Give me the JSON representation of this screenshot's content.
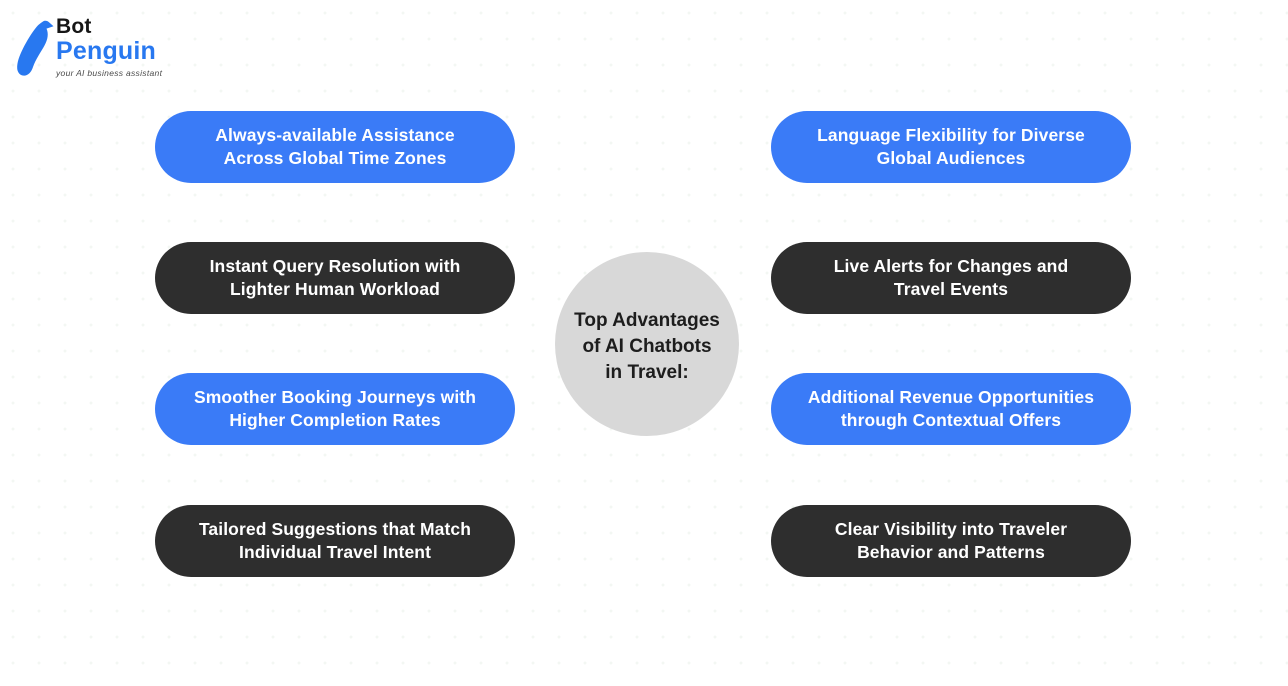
{
  "logo": {
    "bot": "Bot",
    "penguin": "Penguin",
    "tagline": "your AI business assistant",
    "icon": "penguin-icon",
    "bot_color": "#161616",
    "penguin_color": "#2878f0"
  },
  "colors": {
    "blue": "#3a7bf7",
    "dark": "#2e2e2e",
    "circle": "#d8d8d8",
    "pill_text": "#ffffff",
    "circle_text": "#1d1d1d",
    "background": "#ffffff"
  },
  "center": {
    "lines": [
      "Top Advantages",
      "of AI Chatbots",
      "in Travel:"
    ]
  },
  "pills": {
    "left": [
      {
        "variant": "blue",
        "lines": [
          "Always-available Assistance",
          "Across Global Time Zones"
        ]
      },
      {
        "variant": "dark",
        "lines": [
          "Instant Query Resolution with",
          "Lighter Human Workload"
        ]
      },
      {
        "variant": "blue",
        "lines": [
          "Smoother Booking Journeys with",
          "Higher Completion Rates"
        ]
      },
      {
        "variant": "dark",
        "lines": [
          "Tailored Suggestions that Match",
          "Individual Travel Intent"
        ]
      }
    ],
    "right": [
      {
        "variant": "blue",
        "lines": [
          "Language Flexibility for Diverse",
          "Global Audiences"
        ]
      },
      {
        "variant": "dark",
        "lines": [
          "Live Alerts for Changes and",
          "Travel Events"
        ]
      },
      {
        "variant": "blue",
        "lines": [
          "Additional Revenue Opportunities",
          "through Contextual Offers"
        ]
      },
      {
        "variant": "dark",
        "lines": [
          "Clear Visibility into Traveler",
          "Behavior and Patterns"
        ]
      }
    ]
  }
}
